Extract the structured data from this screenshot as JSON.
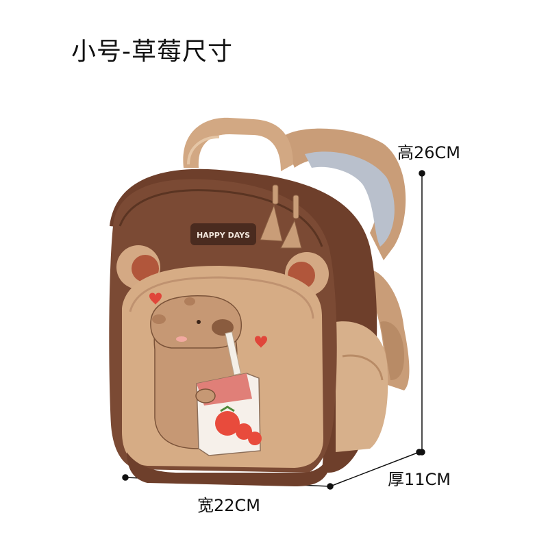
{
  "title": "小号-草莓尺寸",
  "dimensions": {
    "height": "高26CM",
    "depth": "厚11CM",
    "width": "宽22CM"
  },
  "product": {
    "badge_text": "HAPPY DAYS"
  },
  "colors": {
    "dark_brown": "#7a4a34",
    "tan": "#cfa37c",
    "light_tan": "#e0c09e",
    "strap_gray": "#b8bdc8",
    "heart_red": "#e0463a",
    "strawberry": "#e84b3c"
  }
}
